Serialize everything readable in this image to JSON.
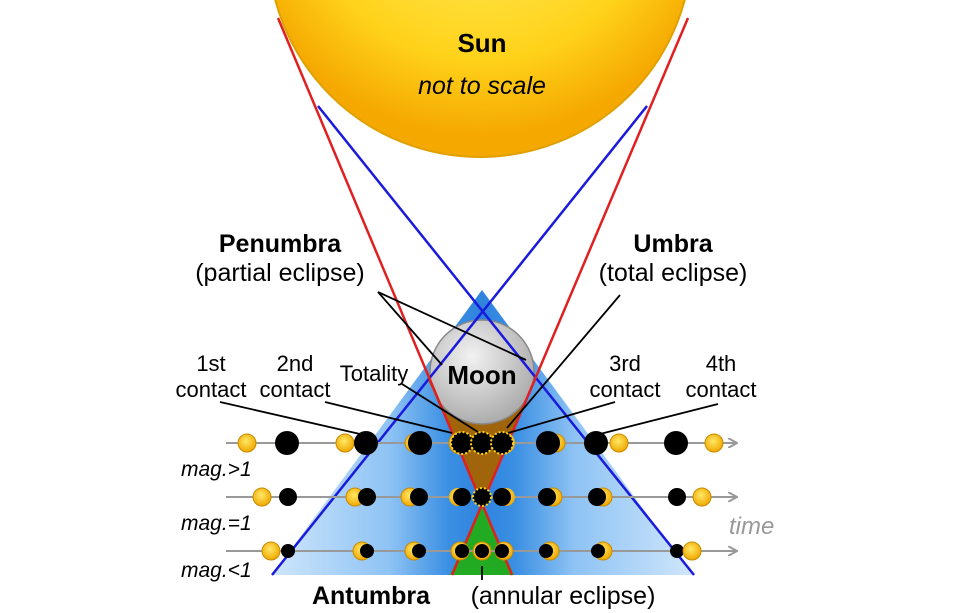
{
  "sun": {
    "name": "Sun",
    "note": "not to scale"
  },
  "moon": {
    "name": "Moon"
  },
  "penumbra": {
    "name": "Penumbra",
    "desc": "(partial eclipse)"
  },
  "umbra": {
    "name": "Umbra",
    "desc": "(total eclipse)"
  },
  "antumbra": {
    "name": "Antumbra",
    "desc": "(annular eclipse)"
  },
  "contacts": {
    "first_line1": "1st",
    "first_line2": "contact",
    "second_line1": "2nd",
    "second_line2": "contact",
    "totality": "Totality",
    "third_line1": "3rd",
    "third_line2": "contact",
    "fourth_line1": "4th",
    "fourth_line2": "contact"
  },
  "rows": [
    {
      "label": "mag.>1"
    },
    {
      "label": "mag.=1"
    },
    {
      "label": "mag.<1"
    }
  ],
  "time_label": "time",
  "colors": {
    "sun": "#ffd21a",
    "penumbra": "#5aa8ee",
    "umbra": "#a0640a",
    "antumbra": "#22aa22",
    "umbra_edge": "#e02020",
    "penumbra_edge": "#1a1adc",
    "time_axis": "#999999"
  }
}
